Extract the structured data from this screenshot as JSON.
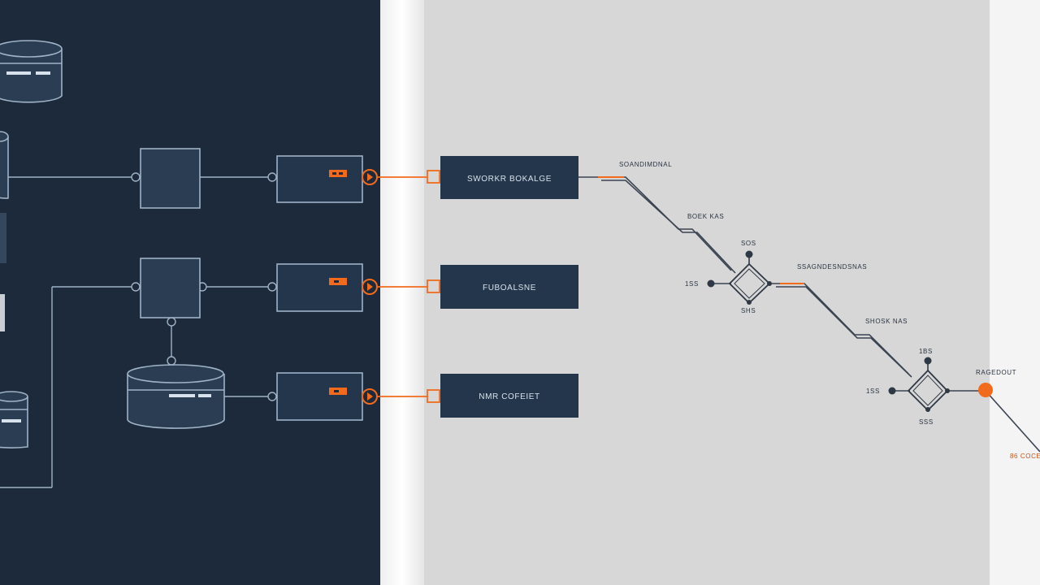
{
  "colors": {
    "dark_panel": "#1c2a3c",
    "light_panel": "#d7d7d7",
    "node_fill": "#2b3d52",
    "node_stroke": "#9fb2c6",
    "output_box": "#24364b",
    "accent_orange": "#f26b1d",
    "ink": "#2b3340"
  },
  "outputs": [
    {
      "label": "SWORKR BOKALGE"
    },
    {
      "label": "FUBOALSNE"
    },
    {
      "label": "NMR COFEIET"
    }
  ],
  "flow_labels": [
    {
      "text": "SOANDIMDNAL"
    },
    {
      "text": "BOEK KAS"
    },
    {
      "text": "SOS"
    },
    {
      "text": "1SS"
    },
    {
      "text": "SHS"
    },
    {
      "text": "SSAGNDESNDSNAS"
    },
    {
      "text": "SHOSK NAS"
    },
    {
      "text": "1BS"
    },
    {
      "text": "1SS"
    },
    {
      "text": "SSS"
    },
    {
      "text": "RAGEDOUT"
    },
    {
      "text": "86 COCE"
    }
  ]
}
